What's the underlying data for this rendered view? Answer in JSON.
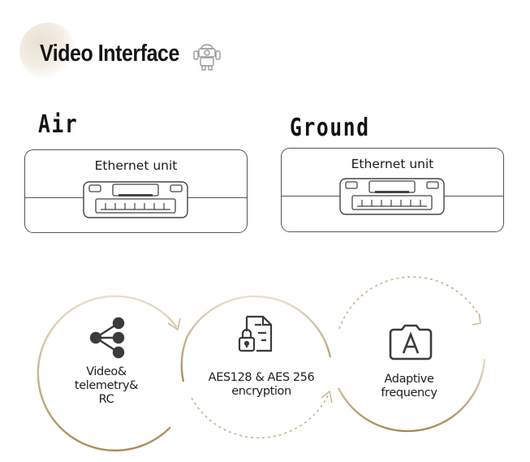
{
  "title": "Video Interface",
  "air": {
    "label": "Air",
    "unit": "Ethernet unit"
  },
  "ground": {
    "label": "Ground",
    "unit": "Ethernet unit"
  },
  "features": [
    {
      "label_lines": [
        "Video&",
        "telemetry&",
        "RC"
      ],
      "icon": "share-icon"
    },
    {
      "label_lines": [
        "AES128 & AES 256",
        "encryption"
      ],
      "icon": "locked-document-icon"
    },
    {
      "label_lines": [
        "Adaptive",
        "frequency"
      ],
      "icon": "auto-a-icon"
    }
  ],
  "colors": {
    "circle_gold": "#b3996c",
    "dash_gold": "#c9b28a",
    "text": "#1e1e1e",
    "outline": "#555555"
  }
}
